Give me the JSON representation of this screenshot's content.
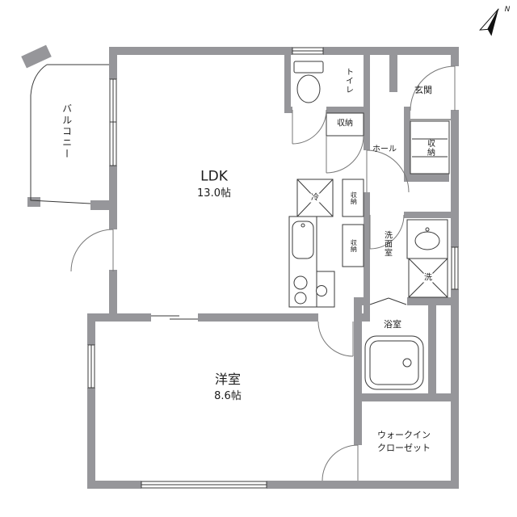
{
  "rooms": {
    "balcony": {
      "label": "バルコニー"
    },
    "ldk": {
      "label": "LDK",
      "size": "13.0帖"
    },
    "toilet": {
      "label": "トイレ"
    },
    "entrance": {
      "label": "玄関"
    },
    "hall": {
      "label": "ホール"
    },
    "washroom": {
      "label": "洗面室"
    },
    "bathroom": {
      "label": "浴室"
    },
    "bedroom": {
      "label": "洋室",
      "size": "8.6帖"
    },
    "wic": {
      "line1": "ウォークイン",
      "line2": "クローゼット"
    }
  },
  "storage": {
    "toilet_side": {
      "label": "収納"
    },
    "entry": {
      "label": "収納"
    },
    "kitchen_upper": {
      "label": "収納"
    },
    "kitchen_lower": {
      "label": "収納"
    }
  },
  "appliances": {
    "refrigerator": {
      "label": "冷"
    },
    "washer": {
      "label": "洗"
    }
  },
  "compass": {
    "north_label": "N"
  },
  "colors": {
    "wall": "#96969a",
    "line": "#3a3a3a",
    "arc": "#777777",
    "background": "#ffffff"
  }
}
